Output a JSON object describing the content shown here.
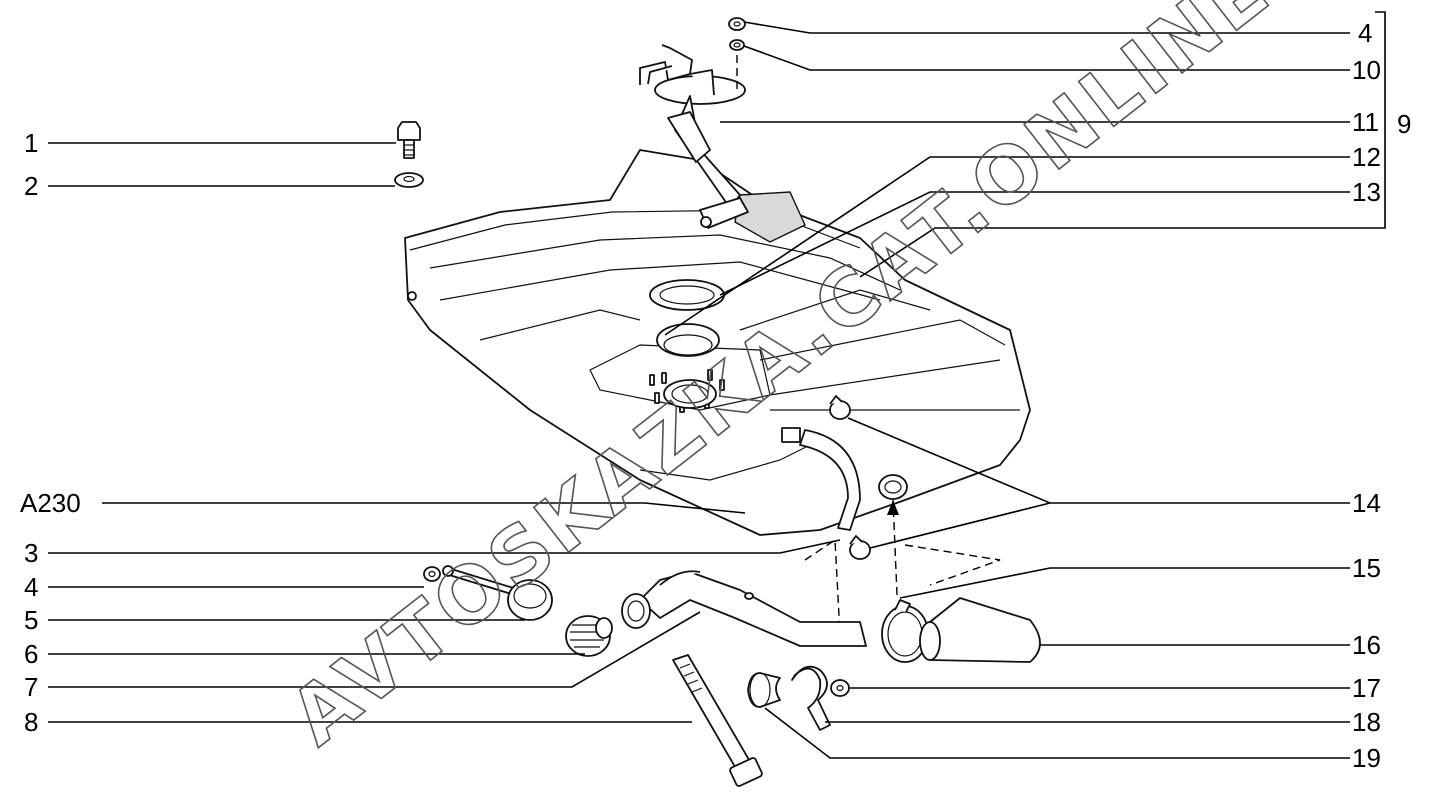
{
  "diagram": {
    "labels_left": [
      "1",
      "2",
      "A230",
      "3",
      "4",
      "5",
      "6",
      "7",
      "8"
    ],
    "labels_right": [
      "4",
      "10",
      "11",
      "12",
      "13",
      "14",
      "15",
      "16",
      "17",
      "18",
      "19"
    ],
    "group_label": "9",
    "watermark": "AVTOSKAZKA.CAT.ONLINE"
  },
  "colors": {
    "line": "#000000",
    "background": "#ffffff",
    "shade": "#d9d9d9"
  }
}
